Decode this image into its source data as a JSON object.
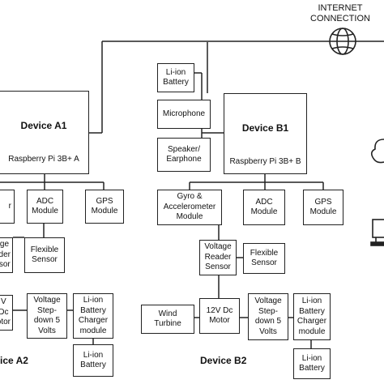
{
  "internet_label": "INTERNET\nCONNECTION",
  "device_a1": {
    "title": "Device A1",
    "subtitle": "Raspberry Pi 3B+ A"
  },
  "device_b1": {
    "title": "Device B1",
    "subtitle": "Raspberry Pi 3B+ B"
  },
  "a_modules": {
    "partial_top": "r",
    "adc": "ADC\nModule",
    "gps": "GPS\nModule",
    "voltage_reader": "ltage\neader\nensor",
    "flexible": "Flexible\nSensor",
    "motor": "V Dc\notor",
    "stepdown": "Voltage\nStep-\ndown 5\nVolts",
    "charger": "Li-ion\nBattery\nCharger\nmodule",
    "battery": "Li-ion\nBattery"
  },
  "b_modules": {
    "liion_top": "Li-ion\nBattery",
    "microphone": "Microphone",
    "speaker": "Speaker/\nEarphone",
    "gyro": "Gyro &\nAccelerometer\nModule",
    "adc": "ADC\nModule",
    "gps": "GPS\nModule",
    "voltage_reader": "Voltage\nReader\nSensor",
    "flexible": "Flexible\nSensor",
    "wind": "Wind\nTurbine",
    "motor": "12V Dc\nMotor",
    "stepdown": "Voltage\nStep-\ndown 5\nVolts",
    "charger": "Li-ion\nBattery\nCharger\nmodule",
    "battery": "Li-ion\nBattery"
  },
  "captions": {
    "a2": "ice A2",
    "b2": "Device B2"
  },
  "icons": [
    "globe-icon",
    "cloud-icon",
    "computer-icon"
  ]
}
